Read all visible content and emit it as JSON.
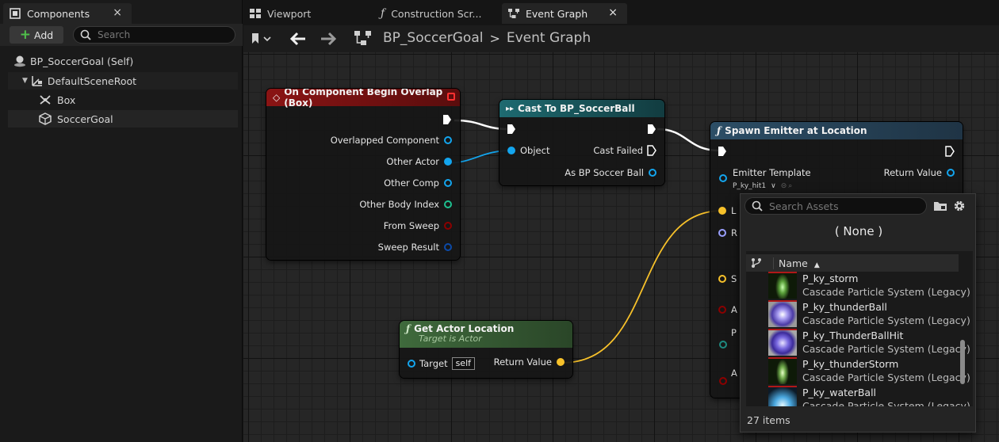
{
  "components_panel": {
    "tab_label": "Components",
    "close_glyph": "×",
    "add_label": "Add",
    "search_placeholder": "Search",
    "tree": [
      {
        "label": "BP_SoccerGoal (Self)",
        "icon": "actor-icon"
      },
      {
        "label": "DefaultSceneRoot",
        "icon": "scene-root-icon"
      },
      {
        "label": "Box",
        "icon": "box-collision-icon"
      },
      {
        "label": "SoccerGoal",
        "icon": "static-mesh-icon"
      }
    ]
  },
  "doc_tabs": [
    {
      "label": "Viewport",
      "icon": "viewport-icon"
    },
    {
      "label": "Construction Scr...",
      "icon": "function-icon"
    },
    {
      "label": "Event Graph",
      "icon": "event-graph-icon",
      "active": true,
      "close_glyph": "×"
    }
  ],
  "breadcrumb": {
    "blueprint": "BP_SoccerGoal",
    "separator": ">",
    "graph": "Event Graph"
  },
  "nodes": {
    "overlap": {
      "title": "On Component Begin Overlap (Box)",
      "pins": [
        "Overlapped Component",
        "Other Actor",
        "Other Comp",
        "Other Body Index",
        "From Sweep",
        "Sweep Result"
      ]
    },
    "cast": {
      "title": "Cast To BP_SoccerBall",
      "object_label": "Object",
      "cast_failed_label": "Cast Failed",
      "as_label": "As BP Soccer Ball"
    },
    "spawn": {
      "title": "Spawn Emitter at Location",
      "emitter_label": "Emitter Template",
      "return_label": "Return Value",
      "emitter_value": "P_ky_hit1",
      "partial_letters": [
        "L",
        "R",
        "S",
        "A",
        "P",
        "A"
      ]
    },
    "get_location": {
      "title": "Get Actor Location",
      "subtitle": "Target is Actor",
      "target_label": "Target",
      "target_value": "self",
      "return_label": "Return Value"
    }
  },
  "picker": {
    "search_placeholder": "Search Assets",
    "none_label": "( None )",
    "column_header": "Name",
    "assets": [
      {
        "name": "P_ky_storm",
        "type": "Cascade Particle System (Legacy)",
        "thumb": "green-storm"
      },
      {
        "name": "P_ky_thunderBall",
        "type": "Cascade Particle System (Legacy)",
        "thumb": "purple-ball"
      },
      {
        "name": "P_ky_ThunderBallHit",
        "type": "Cascade Particle System (Legacy)",
        "thumb": "purple-burst"
      },
      {
        "name": "P_ky_thunderStorm",
        "type": "Cascade Particle System (Legacy)",
        "thumb": "green-storm"
      },
      {
        "name": "P_ky_waterBall",
        "type": "Cascade Particle System (Legacy)",
        "thumb": "blue-splash"
      }
    ],
    "count_label": "27 items"
  },
  "colors": {
    "exec_white": "#ffffff",
    "object_pin": "#13a5ee",
    "vector_pin": "#f7c12a",
    "event_header": "#8a1414",
    "cast_header": "#1e6a70",
    "function_header": "#2c4e66",
    "pure_header": "#3f6a3c",
    "struct_pin": "#0c4aa8",
    "bool_pin": "#8c0000",
    "int_pin": "#1ec090"
  }
}
